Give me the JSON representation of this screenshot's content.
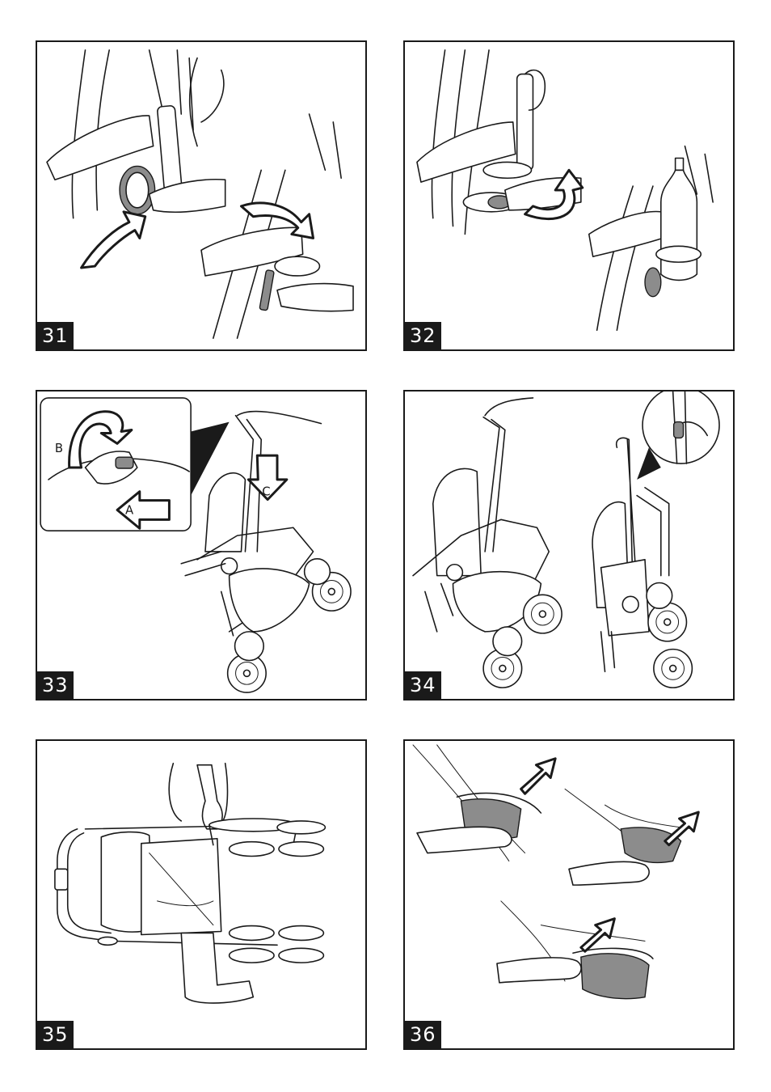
{
  "panels": [
    {
      "number": "31"
    },
    {
      "number": "32"
    },
    {
      "number": "33",
      "labels": {
        "a": "A",
        "b": "B",
        "c": "C"
      }
    },
    {
      "number": "34"
    },
    {
      "number": "35"
    },
    {
      "number": "36"
    }
  ]
}
